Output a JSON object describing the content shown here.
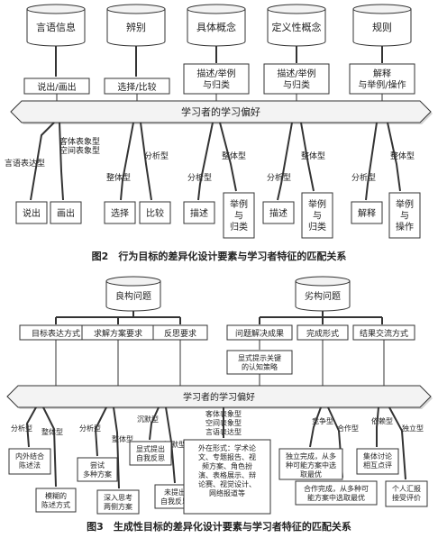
{
  "fig2": {
    "top_boxes": [
      "言语信息",
      "辨别",
      "具体概念",
      "定义性概念",
      "规则"
    ],
    "mid_boxes": [
      "说出/画出",
      "选择/比较",
      "描述/举例\n与归类",
      "描述/举例\n与归类",
      "解释\n与举例/操作"
    ],
    "band": "学习者的学习偏好",
    "branch_labels": [
      {
        "text": "客体表象型"
      },
      {
        "text": "空间表象型"
      },
      {
        "text": "言语表达型"
      },
      {
        "text": "整体型"
      },
      {
        "text": "分析型"
      },
      {
        "text": "分析型"
      },
      {
        "text": "整体型"
      },
      {
        "text": "分析型"
      },
      {
        "text": "整体型"
      },
      {
        "text": "分析型"
      },
      {
        "text": "整体型"
      }
    ],
    "leaves": [
      "说出",
      "画出",
      "选择",
      "比较",
      "描述",
      "举例\n与\n归类",
      "描述",
      "举例\n与\n归类",
      "解释",
      "举例\n与\n操作"
    ],
    "caption": "图2　行为目标的差异化设计要素与学习者特征的匹配关系"
  },
  "fig3": {
    "top_boxes": [
      "良构问题",
      "劣构问题"
    ],
    "mid_boxes": [
      "目标表达方式",
      "求解方案要求",
      "反思要求",
      "问题解决成果",
      "完成形式",
      "结果交流方式"
    ],
    "note_box": "显式提示关键\n的认知策略",
    "band": "学习者的学习偏好",
    "branch_labels": [
      {
        "text": "分析型"
      },
      {
        "text": "整体型"
      },
      {
        "text": "分析型"
      },
      {
        "text": "整体型"
      },
      {
        "text": "沉默型"
      },
      {
        "text": "沉默型"
      },
      {
        "text": "竞争型"
      },
      {
        "text": "合作型"
      },
      {
        "text": "依赖型"
      },
      {
        "text": "独立型"
      }
    ],
    "type_note": "客体表象型\n空间表象型\n言语表达型",
    "leaves": [
      "内外结合\n陈述法",
      "模糊的\n陈述方式",
      "尝试\n多种方案",
      "深入思考\n两侧方案",
      "显式提出\n自我反思",
      "未提出\n自我反思",
      "外在形式：学术论\n文、专题报告、视\n频方案、角色扮\n演、表格展示、辩\n论赛、视觉设计、\n网络报道等",
      "独立完成，从多\n种可能方案中选\n取最优",
      "合作完成，从多种可\n能方案中选取最优",
      "集体讨论\n相互点评",
      "个人汇报\n接受评价"
    ],
    "caption": "图3　生成性目标的差异化设计要素与学习者特征的匹配关系"
  }
}
